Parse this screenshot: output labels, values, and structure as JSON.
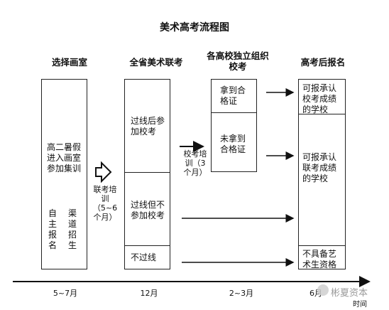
{
  "title": "美术高考流程图",
  "columns": {
    "col1": {
      "header": "选择画室",
      "main_text": "高二暑假进入画室参加集训",
      "left_vertical": "自主报名",
      "right_vertical": "渠道招生"
    },
    "col2": {
      "header": "全省美术联考",
      "pass_apply": "过线后参加校考",
      "pass_not_apply": "过线但不参加校考",
      "fail": "不过线"
    },
    "col3": {
      "header": "各高校独立组织校考",
      "got_cert": "拿到合格证",
      "no_cert": "未拿到合格证"
    },
    "col4": {
      "header": "高考后报名",
      "opt1": "可报承认校考成绩的学校",
      "opt2": "可报承认联考成绩的学校",
      "opt3": "不具备艺术生资格"
    }
  },
  "arrows": {
    "joint_training": "联考培训（5~6个月）",
    "school_training": "校考培训（3个月）"
  },
  "timeline": {
    "ticks": [
      "5~7月",
      "12月",
      "2~3月",
      "6月"
    ],
    "axis_label": "时间"
  },
  "watermark": "彬夏资本"
}
